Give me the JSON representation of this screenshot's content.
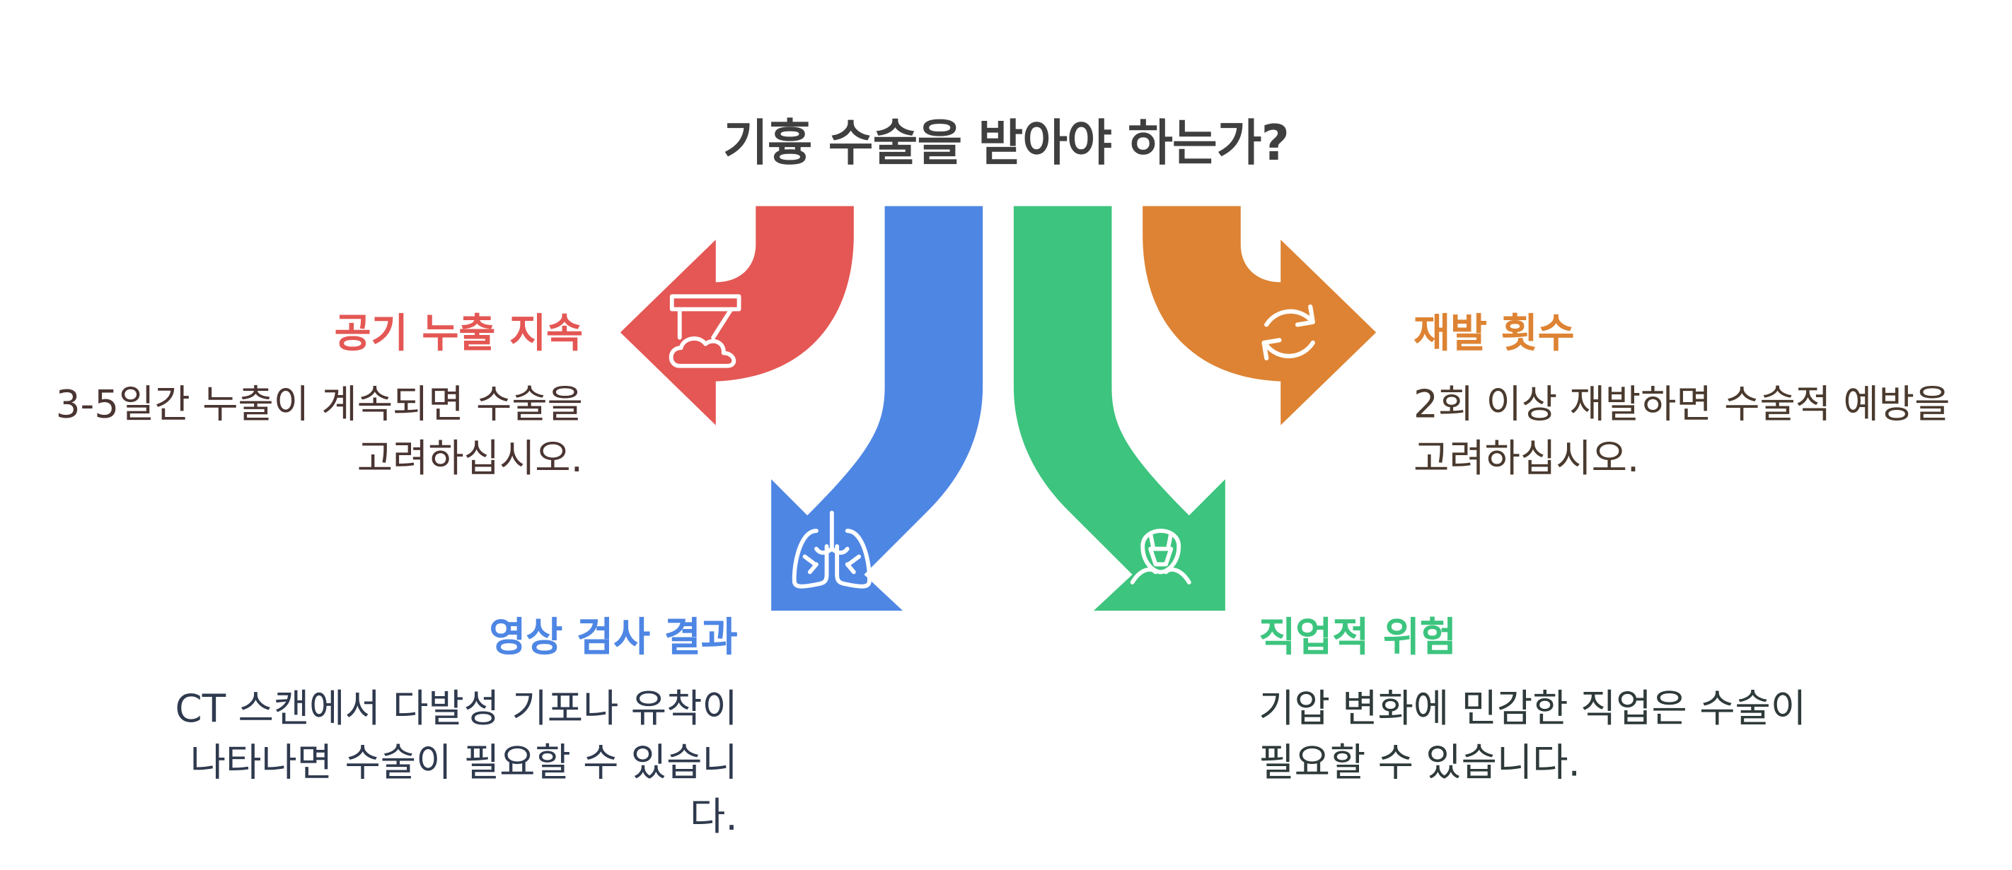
{
  "title": "기흉 수술을 받아야 하는가?",
  "colors": {
    "red": "#E45754",
    "blue": "#4E86E4",
    "green": "#3DC47E",
    "orange": "#DD8333",
    "text_red_body": "#4a3532",
    "text_blue_body": "#2f3a4e",
    "text_green_body": "#2f3a3a",
    "text_orange_body": "#4a3a2e"
  },
  "factors": [
    {
      "key": "air_leak",
      "heading": "공기 누출 지속",
      "body": "3-5일간 누출이 계속되면 수술을 고려하십시오.",
      "icon": "tent-cloud-icon",
      "color": "red"
    },
    {
      "key": "imaging",
      "heading": "영상 검사 결과",
      "body": "CT 스캔에서 다발성 기포나 유착이 나타나면 수술이 필요할 수 있습니다.",
      "icon": "lungs-icon",
      "color": "blue"
    },
    {
      "key": "occupation",
      "heading": "직업적 위험",
      "body": "기압 변화에 민감한 직업은 수술이 필요할 수 있습니다.",
      "icon": "oxygen-mask-icon",
      "color": "green"
    },
    {
      "key": "recurrence",
      "heading": "재발 횟수",
      "body": "2회 이상 재발하면 수술적 예방을 고려하십시오.",
      "icon": "refresh-cycle-icon",
      "color": "orange"
    }
  ]
}
